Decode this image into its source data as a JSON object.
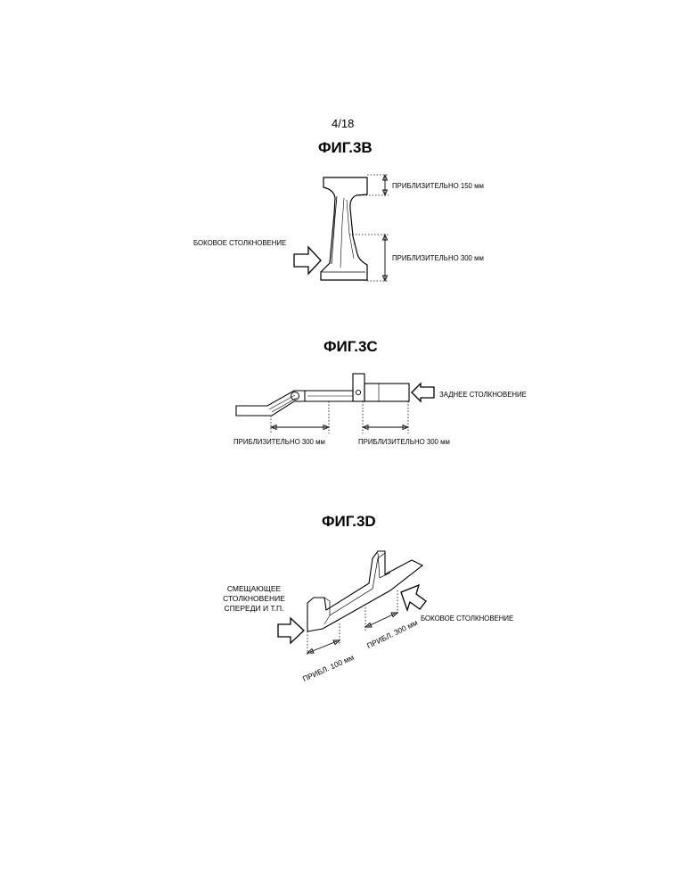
{
  "page_number": "4/18",
  "figures": {
    "fig3b": {
      "title": "ФИГ.3В",
      "impact_label": "БОКОВОЕ СТОЛКНОВЕНИЕ",
      "dim_top": "ПРИБЛИЗИТЕЛЬНО 150 мм",
      "dim_bottom": "ПРИБЛИЗИТЕЛЬНО 300 мм"
    },
    "fig3c": {
      "title": "ФИГ.3С",
      "impact_label": "ЗАДНЕЕ  СТОЛКНОВЕНИЕ",
      "dim_left": "ПРИБЛИЗИТЕЛЬНО 300 мм",
      "dim_right": "ПРИБЛИЗИТЕЛЬНО 300 мм"
    },
    "fig3d": {
      "title": "ФИГ.3D",
      "impact_left_lines": [
        "СМЕЩАЮЩЕЕ",
        "СТОЛКНОВЕНИЕ",
        "СПЕРЕДИ И Т.П."
      ],
      "impact_right": "БОКОВОЕ СТОЛКНОВЕНИЕ",
      "dim_front": "ПРИБЛ. 100 мм",
      "dim_side": "ПРИБЛ. 300 мм"
    }
  }
}
